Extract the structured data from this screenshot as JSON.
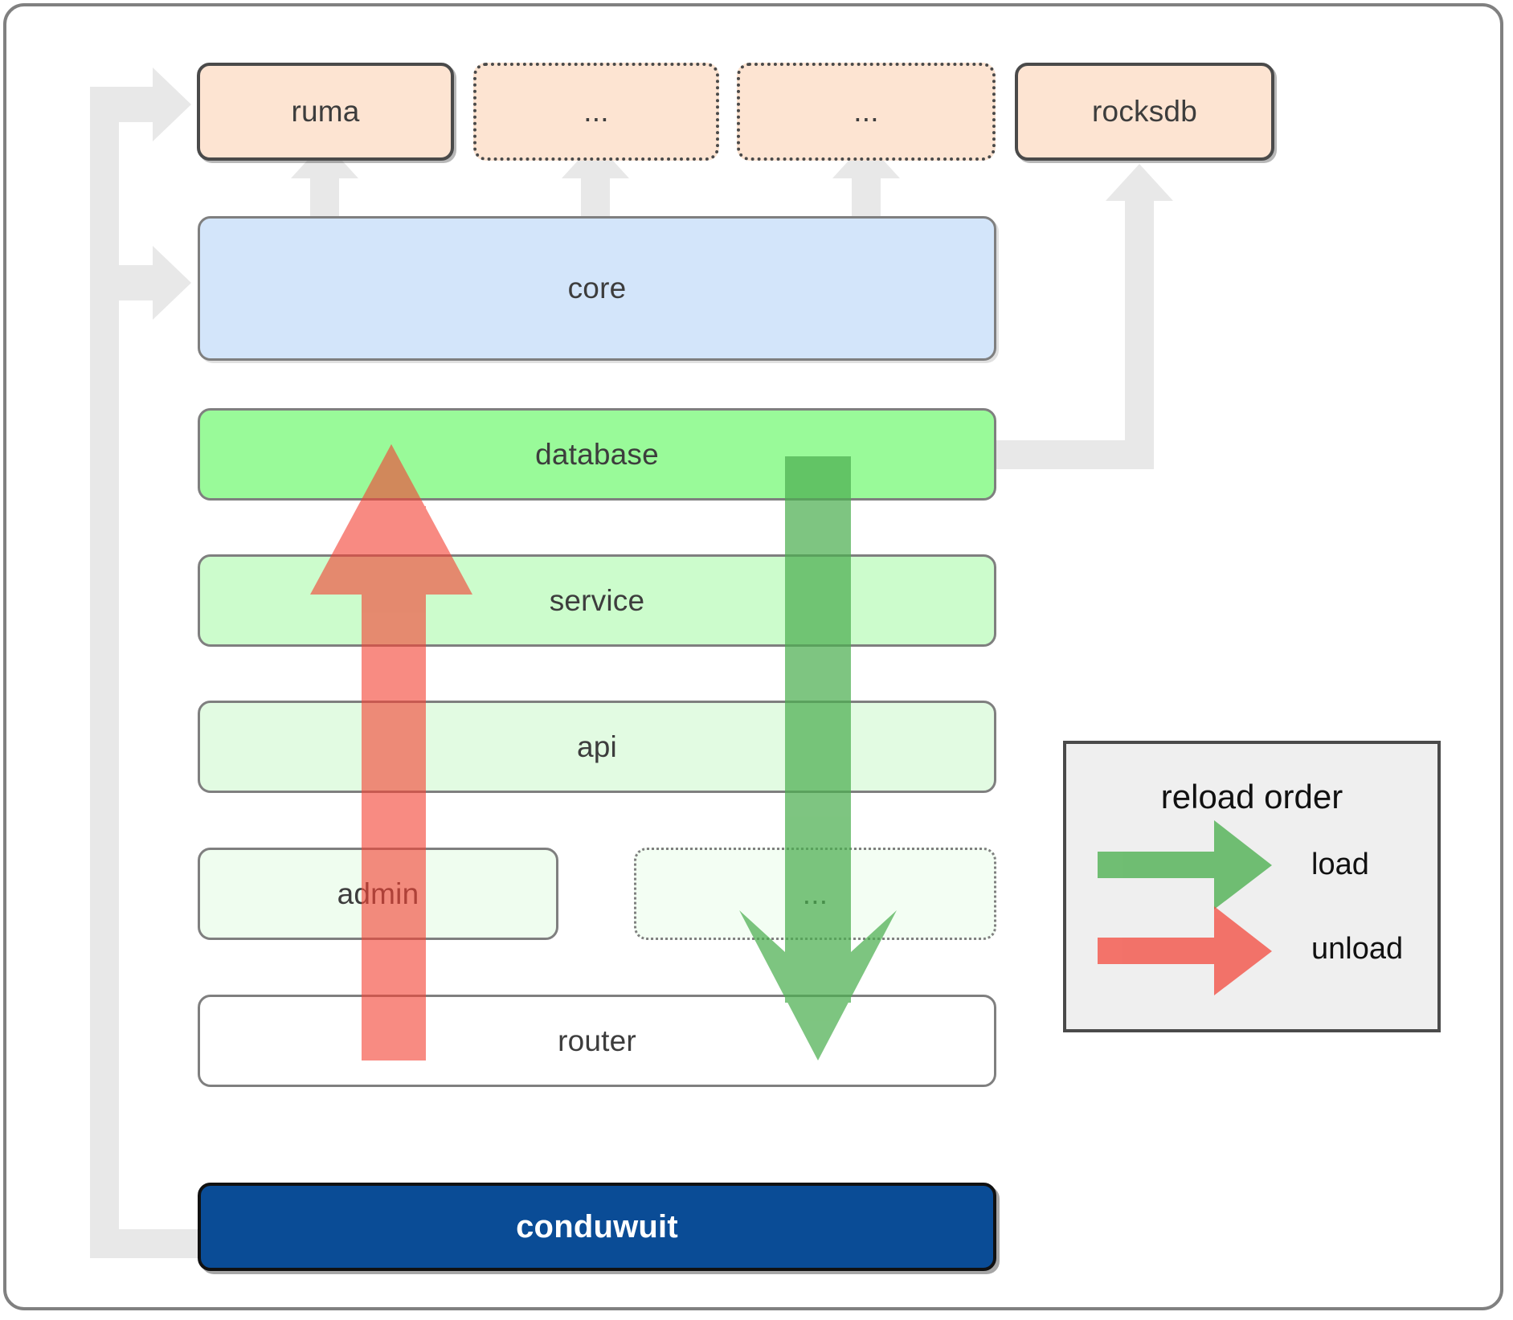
{
  "diagram": {
    "title": "conduwuit crate dependency / reload order diagram",
    "colors": {
      "dependency_fill": "#fde4d2",
      "core_fill": "#d3e5fa",
      "database_fill": "#99fa99",
      "service_fill": "#ccfccc",
      "api_fill": "#e2fbe2",
      "admin_fill": "#effdef",
      "router_fill": "#ffffff",
      "binary_fill": "#0a4c96",
      "load_arrow": "#4caf50",
      "unload_arrow": "#f98484",
      "connector": "#e8e8e8",
      "border": "#7f7f7f",
      "legend_bg": "#efefef"
    },
    "dependencies": [
      {
        "id": "ruma",
        "label": "ruma",
        "style": "solid"
      },
      {
        "id": "dep2",
        "label": "...",
        "style": "dotted"
      },
      {
        "id": "dep3",
        "label": "...",
        "style": "dotted"
      },
      {
        "id": "rocksdb",
        "label": "rocksdb",
        "style": "solid"
      }
    ],
    "core": {
      "id": "core",
      "label": "core"
    },
    "layers": [
      {
        "id": "database",
        "label": "database",
        "style": "solid"
      },
      {
        "id": "service",
        "label": "service",
        "style": "solid"
      },
      {
        "id": "api",
        "label": "api",
        "style": "solid"
      },
      {
        "id": "admin",
        "label": "admin",
        "style": "solid"
      },
      {
        "id": "layer_etc",
        "label": "...",
        "style": "dotted"
      },
      {
        "id": "router",
        "label": "router",
        "style": "solid"
      }
    ],
    "binary": {
      "id": "conduwuit",
      "label": "conduwuit"
    },
    "legend": {
      "title": "reload order",
      "items": [
        {
          "id": "load",
          "label": "load",
          "color": "#4caf50"
        },
        {
          "id": "unload",
          "label": "unload",
          "color": "#f98484"
        }
      ]
    }
  }
}
